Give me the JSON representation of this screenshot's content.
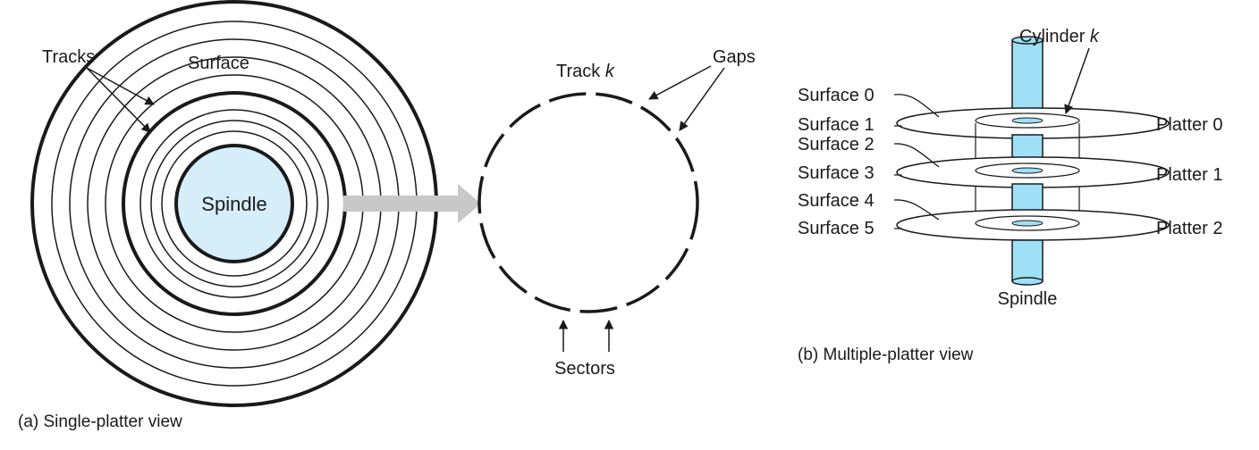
{
  "colors": {
    "spindle_fill": "#d6eef9",
    "cylinder_fill": "#9fe0f7",
    "arrow_gray": "#c8c8c8",
    "line": "#1a1a1a"
  },
  "single_platter": {
    "tracks_label": "Tracks",
    "surface_label": "Surface",
    "spindle_label": "Spindle",
    "caption": "(a) Single-platter view"
  },
  "track_detail": {
    "track_label_prefix": "Track ",
    "track_label_var": "k",
    "gaps_label": "Gaps",
    "sectors_label": "Sectors"
  },
  "multi_platter": {
    "cylinder_label_prefix": "Cylinder ",
    "cylinder_label_var": "k",
    "surfaces": [
      "Surface 0",
      "Surface 1",
      "Surface 2",
      "Surface 3",
      "Surface 4",
      "Surface 5"
    ],
    "platters": [
      "Platter 0",
      "Platter 1",
      "Platter 2"
    ],
    "spindle_label": "Spindle",
    "caption": "(b) Multiple-platter view"
  }
}
